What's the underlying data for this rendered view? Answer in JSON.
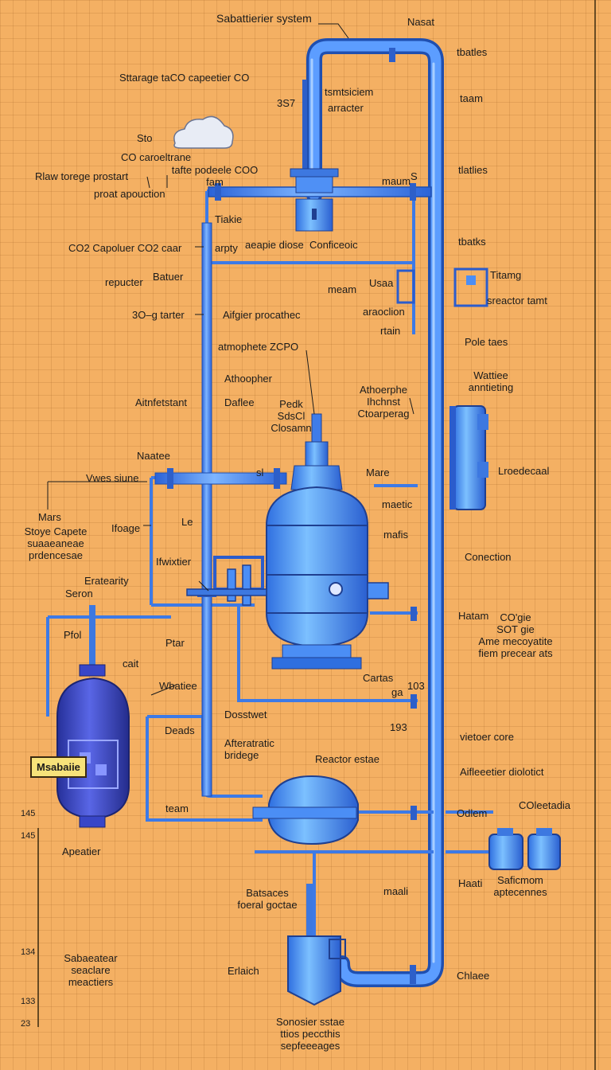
{
  "colors": {
    "background": "#f4b063",
    "pipe": "#4d8ff2",
    "pipe_dark": "#1f4fb0",
    "vessel": "#5aa7ff",
    "vessel_dark": "#2b5ccc",
    "small_reactor": "#3846c8",
    "badge": "#f7e27a"
  },
  "icons": {
    "cloud": "cloud-icon"
  },
  "header": {
    "title": "Sabattierier system",
    "top_right": "Nasat"
  },
  "left_labels": {
    "storage": "Sttarage taCO capeetier CO",
    "sto": "Sto",
    "co_capture": "CO caroeltrane",
    "raw_storage": "Rlaw torege prostart",
    "proat": "proat apouction",
    "co2_capture": "CO2 Capoluer CO2 caar",
    "repucter": "repucter",
    "batuer": "Batuer",
    "co_tarter": "3O–g tarter",
    "aitnfetstant": "Aitnfetstant",
    "naatee": "Naatee",
    "vwes_siune": "Vwes siune",
    "mars": "Mars",
    "stoye_capete": "Stoye Capete\nsuaaeaneae\nprdencesae",
    "ifoage": "Ifoage",
    "le": "Le",
    "mixtier": "Ifwixtier",
    "eratearity": "Eratearity",
    "seron": "Seron",
    "pfol": "Pfol",
    "ptar": "Ptar",
    "cait": "cait",
    "wbatiee": "Wbatiee",
    "dead": "Deads",
    "team": "team",
    "apeatier": "Apeatier",
    "sabaatear": "Sabaeatear\nseaclare\nmeactiers"
  },
  "upper_labels": {
    "tsmtsiciem": "tsmtsiciem",
    "scoing": "3S7",
    "arracter": "arracter",
    "tafte": "tafte podeele COO\nfam",
    "maum": "maum",
    "sept": "S",
    "tiakie": "Tiakie",
    "aeapie_diose": "aeapie diose  Conficeoic",
    "arpty": "arpty",
    "meam": "meam",
    "aifgier": "Aifgier procathec",
    "atmophete": "atmophete ZCPO",
    "athoopher": "Athoopher",
    "daflee": "Daflee",
    "pedk": "Pedk\nSdsCl\nClosamn",
    "athoerphe": "Athoerphe\nIhchnst\nCtoarperag",
    "usaa": "Usaa",
    "araoclion": "araoclion",
    "rtain": "rtain",
    "mare_mid": "Mare",
    "maetic": "maetic",
    "mafis": "mafis",
    "sl": "sl"
  },
  "right_labels": {
    "tbatles": "tbatles",
    "taam": "taam",
    "tlatlies": "tlatlies",
    "tbatks": "tbatks",
    "titamg": "Titamg",
    "sreactor_tamt": "sreactor tamt",
    "pole_taes": "Pole taes",
    "wattiee": "Wattiee\nanntieting",
    "lroedecaal": "Lroedecaal",
    "conection": "Conection",
    "hatam": "Hatam",
    "co_gie": "CO'gie\nSOT gie\nAme mecoyatite\nfiem precear ats",
    "cartas": "Cartas",
    "ga": "ga",
    "dosstwet": "Dosstwet",
    "afteratrtic": "Afteratratic\nbridege",
    "reactor_estae": "Reactor estae",
    "t_vietoer": "vietoer core",
    "aieetier": "Aifleeetier diolotict",
    "coleetadia": "COleetadia",
    "odlem": "Odlem",
    "haati": "Haati",
    "maali": "maali",
    "saficmom": "Saficmom\naptecennes",
    "batsaces": "Batsaces\nfoeral goctae",
    "erlaich": "Erlaich",
    "chlaee": "Chlaee",
    "sonosier": "Sonosier sstae\nttios peccthis\nsepfeeeages",
    "num_oe": "103",
    "num_ca": "193"
  },
  "badge": {
    "text": "Msabaiie"
  },
  "axis_ticks": [
    "145",
    "145",
    "",
    "134",
    "133",
    "23"
  ]
}
